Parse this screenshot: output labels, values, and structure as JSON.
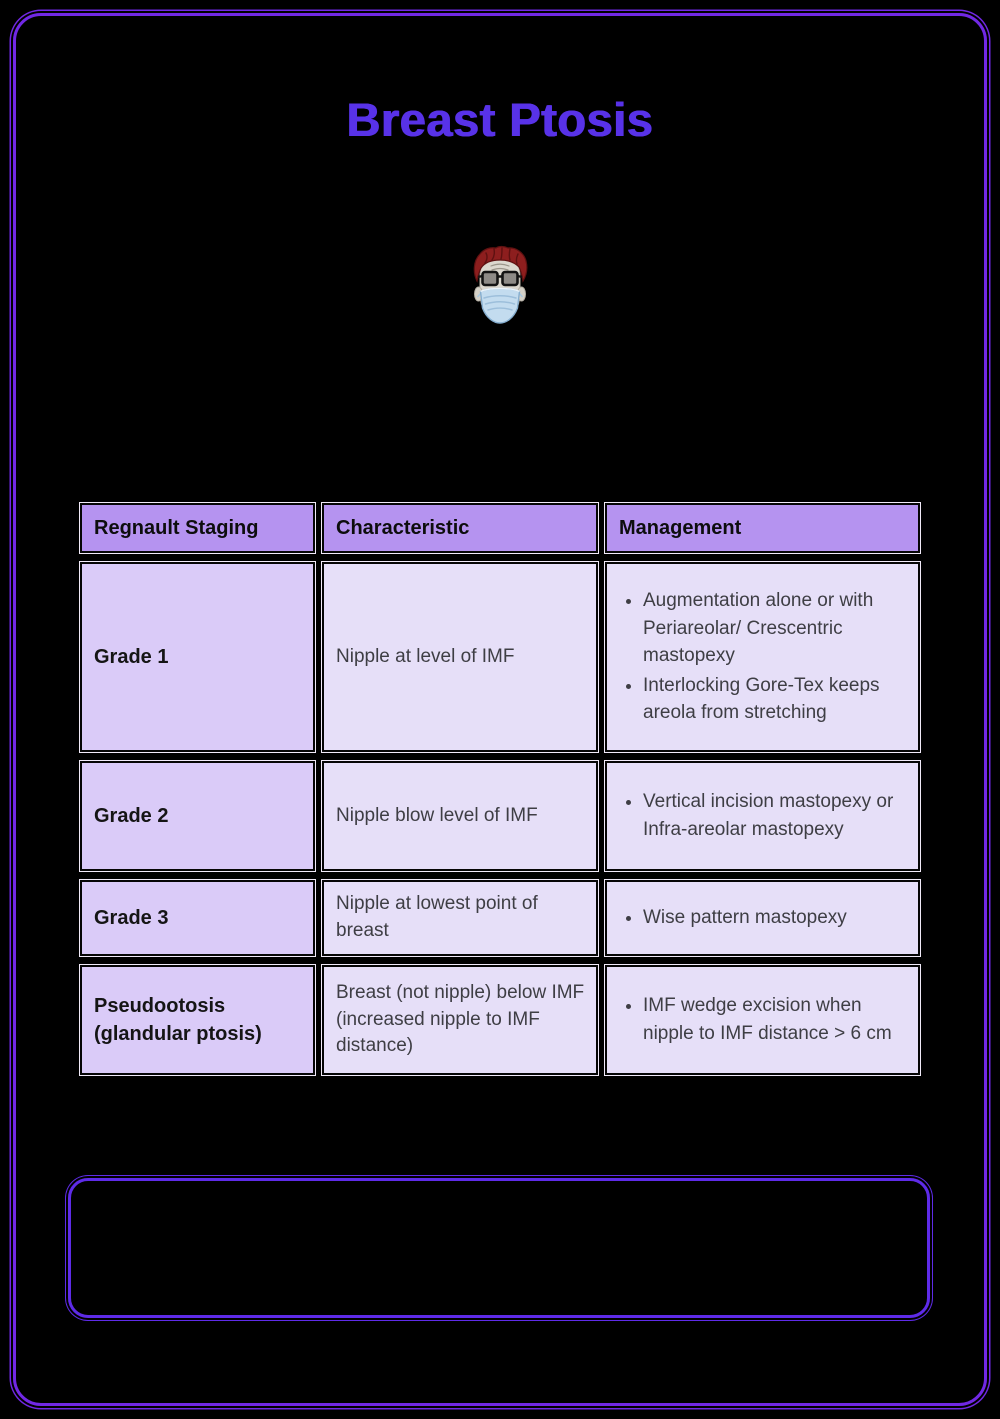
{
  "page": {
    "title": "Breast Ptosis"
  },
  "icons": {
    "header_icon": "masked-surgeon-face-icon"
  },
  "colors": {
    "title_color": "#5832E8",
    "page_border": "#7128E4",
    "note_border": "#5E2BE8",
    "header_bg": "#B593F0",
    "stage_bg": "#DACBF8",
    "cell_bg": "#E6DFF8"
  },
  "table": {
    "headers": [
      "Regnault Staging",
      "Characteristic",
      "Management"
    ],
    "rows": [
      {
        "stage": "Grade 1",
        "characteristic": "Nipple at level of IMF",
        "management": [
          "Augmentation alone or with Periareolar/ Crescentric mastopexy",
          "Interlocking Gore-Tex keeps areola from stretching"
        ]
      },
      {
        "stage": "Grade 2",
        "characteristic": "Nipple blow level of IMF",
        "management": [
          "Vertical incision mastopexy or Infra-areolar mastopexy"
        ]
      },
      {
        "stage": "Grade 3",
        "characteristic": "Nipple at lowest point of breast",
        "management": [
          "Wise pattern mastopexy"
        ]
      },
      {
        "stage": "Pseudootosis (glandular ptosis)",
        "characteristic": "Breast (not nipple) below IMF (increased nipple to IMF distance)",
        "management": [
          "IMF wedge excision when nipple  to IMF distance > 6 cm"
        ]
      }
    ]
  }
}
